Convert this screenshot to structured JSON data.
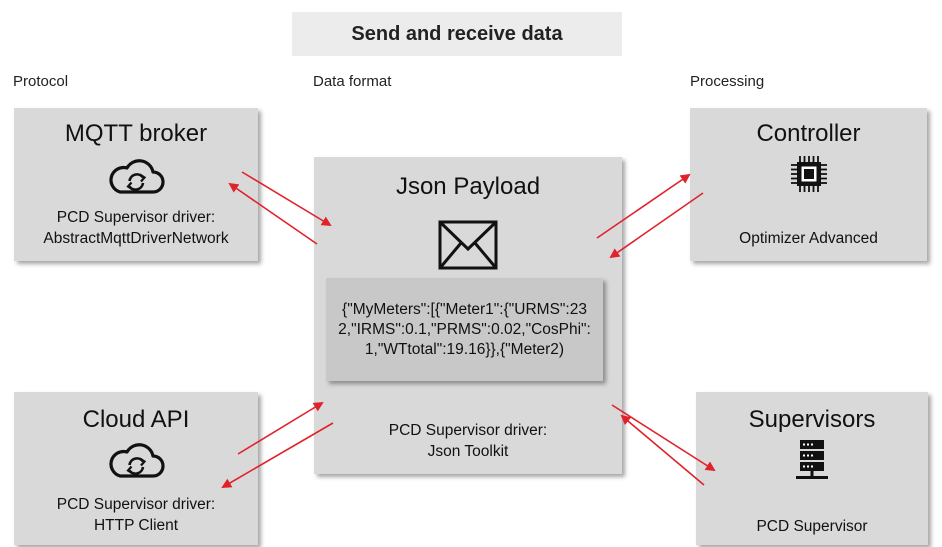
{
  "title": "Send and receive data",
  "columns": {
    "protocol": "Protocol",
    "data_format": "Data format",
    "processing": "Processing"
  },
  "mqtt": {
    "heading": "MQTT broker",
    "icon": "cloud-sync-icon",
    "driver_line1": "PCD Supervisor driver:",
    "driver_line2": "AbstractMqttDriverNetwork"
  },
  "cloud_api": {
    "heading": "Cloud API",
    "icon": "cloud-sync-icon",
    "driver_line1": "PCD Supervisor driver:",
    "driver_line2": "HTTP Client"
  },
  "payload": {
    "heading": "Json Payload",
    "icon": "envelope-icon",
    "json_text": "{\"MyMeters\":[{\"Meter1\":{\"URMS\":232,\"IRMS\":0.1,\"PRMS\":0.02,\"CosPhi\":1,\"WTtotal\":19.16}},{\"Meter2)",
    "driver_line1": "PCD Supervisor driver:",
    "driver_line2": "Json Toolkit"
  },
  "controller": {
    "heading": "Controller",
    "icon": "chip-icon",
    "caption": "Optimizer Advanced"
  },
  "supervisors": {
    "heading": "Supervisors",
    "icon": "server-icon",
    "caption": "PCD Supervisor"
  },
  "colors": {
    "box": "#d9d9d9",
    "json_box": "#c8c8c8",
    "title_bg": "#ececec",
    "arrow": "#e0222b"
  }
}
